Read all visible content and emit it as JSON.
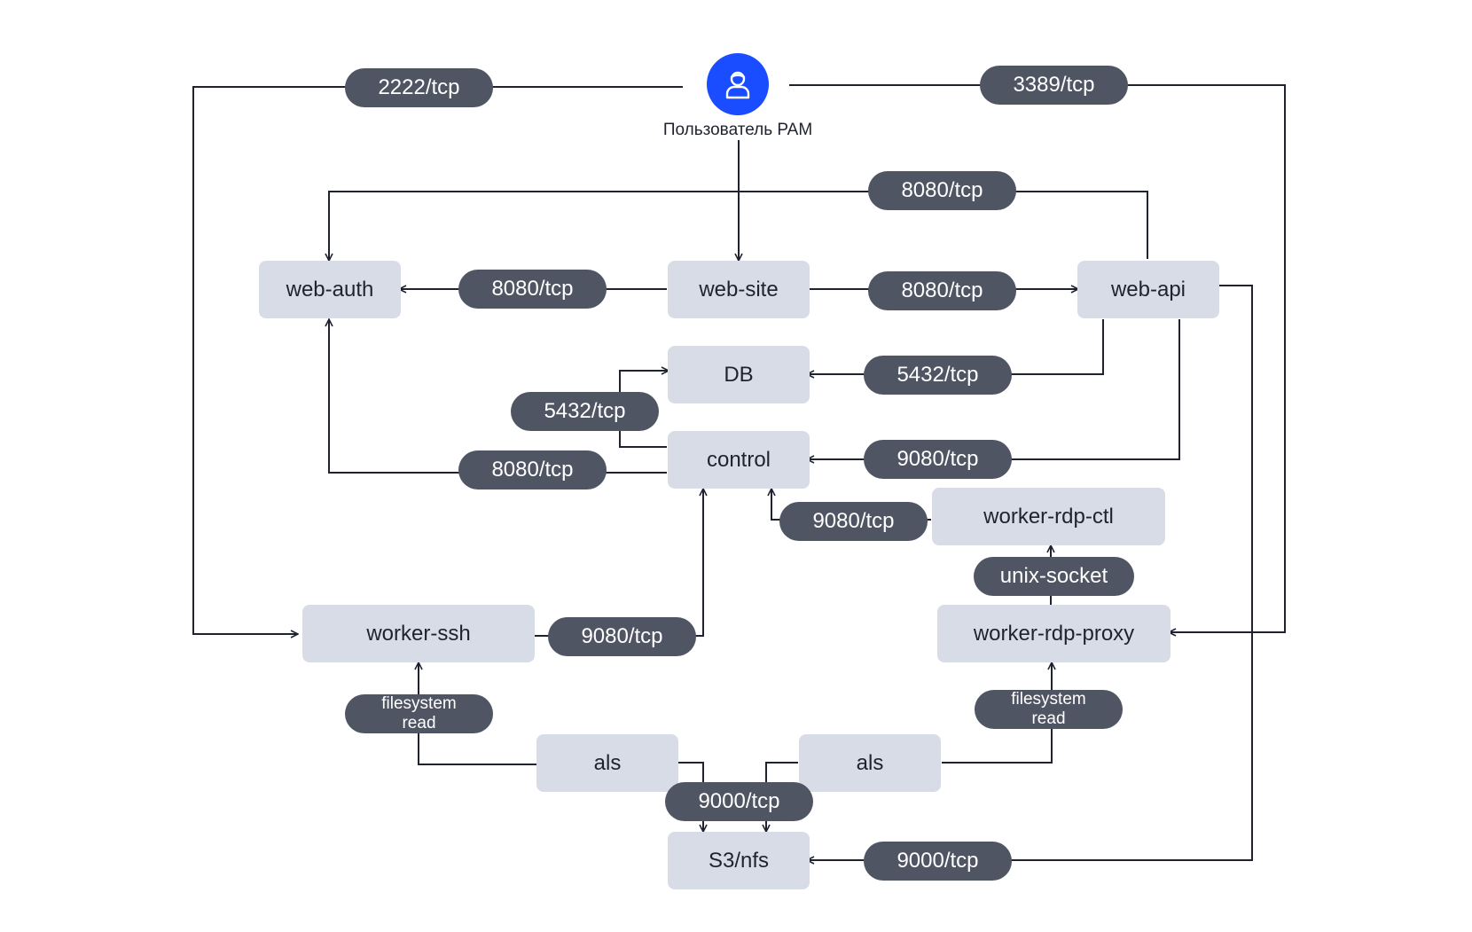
{
  "user": {
    "label": "Пользователь PAM",
    "icon": "user-icon"
  },
  "nodes": {
    "web_auth": "web-auth",
    "web_site": "web-site",
    "web_api": "web-api",
    "db": "DB",
    "control": "control",
    "worker_rdp_ctl": "worker-rdp-ctl",
    "worker_ssh": "worker-ssh",
    "worker_rdp_proxy": "worker-rdp-proxy",
    "als_left": "als",
    "als_right": "als",
    "s3": "S3/nfs"
  },
  "ports": {
    "ssh_user": "2222/tcp",
    "rdp_user": "3389/tcp",
    "api_to_auth": "8080/tcp",
    "site_to_auth": "8080/tcp",
    "site_to_api": "8080/tcp",
    "api_to_db": "5432/tcp",
    "control_to_db": "5432/tcp",
    "control_to_auth": "8080/tcp",
    "api_to_control": "9080/tcp",
    "rdpctl_to_control": "9080/tcp",
    "unix_socket": "unix-socket",
    "ssh_to_control": "9080/tcp",
    "fs_read_left_1": "filesystem",
    "fs_read_left_2": "read",
    "fs_read_right_1": "filesystem",
    "fs_read_right_2": "read",
    "als_to_s3": "9000/tcp",
    "api_to_s3": "9000/tcp"
  },
  "colors": {
    "node_fill": "#d8dce6",
    "pill_fill": "#505563",
    "user_fill": "#1a4dff",
    "line": "#1f2330"
  }
}
